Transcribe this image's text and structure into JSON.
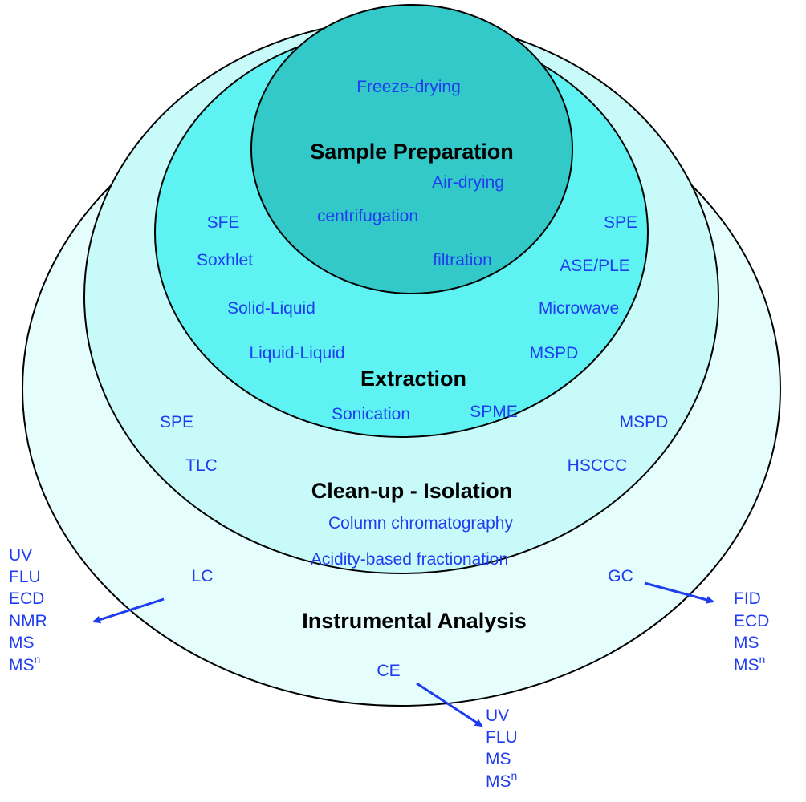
{
  "layers": {
    "sample_preparation": {
      "heading": "Sample Preparation",
      "methods": [
        "Freeze-drying",
        "Air-drying",
        "centrifugation",
        "filtration"
      ]
    },
    "extraction": {
      "heading": "Extraction",
      "methods": [
        "SFE",
        "Soxhlet",
        "Solid-Liquid",
        "Liquid-Liquid",
        "Sonication",
        "SPME",
        "SPE",
        "ASE/PLE",
        "Microwave",
        "MSPD"
      ]
    },
    "cleanup": {
      "heading": "Clean-up - Isolation",
      "methods": [
        "SPE",
        "TLC",
        "MSPD",
        "HSCCC",
        "Column chromatography",
        "Acidity-based fractionation"
      ]
    },
    "instrumental": {
      "heading": "Instrumental Analysis",
      "methods": [
        "LC",
        "GC",
        "CE"
      ]
    }
  },
  "detectors": {
    "lc": [
      "UV",
      "FLU",
      "ECD",
      "NMR",
      "MS",
      "MS"
    ],
    "gc": [
      "FID",
      "ECD",
      "MS",
      "MS"
    ],
    "ce": [
      "UV",
      "FLU",
      "MS",
      "MS"
    ],
    "superscript": "n"
  },
  "colors": {
    "sample_preparation": "#33c9c9",
    "extraction": "#5ff2f2",
    "cleanup": "#c8fafa",
    "instrumental": "#e5fdfd",
    "label": "#1f3df0",
    "arrow": "#1f3df0"
  }
}
